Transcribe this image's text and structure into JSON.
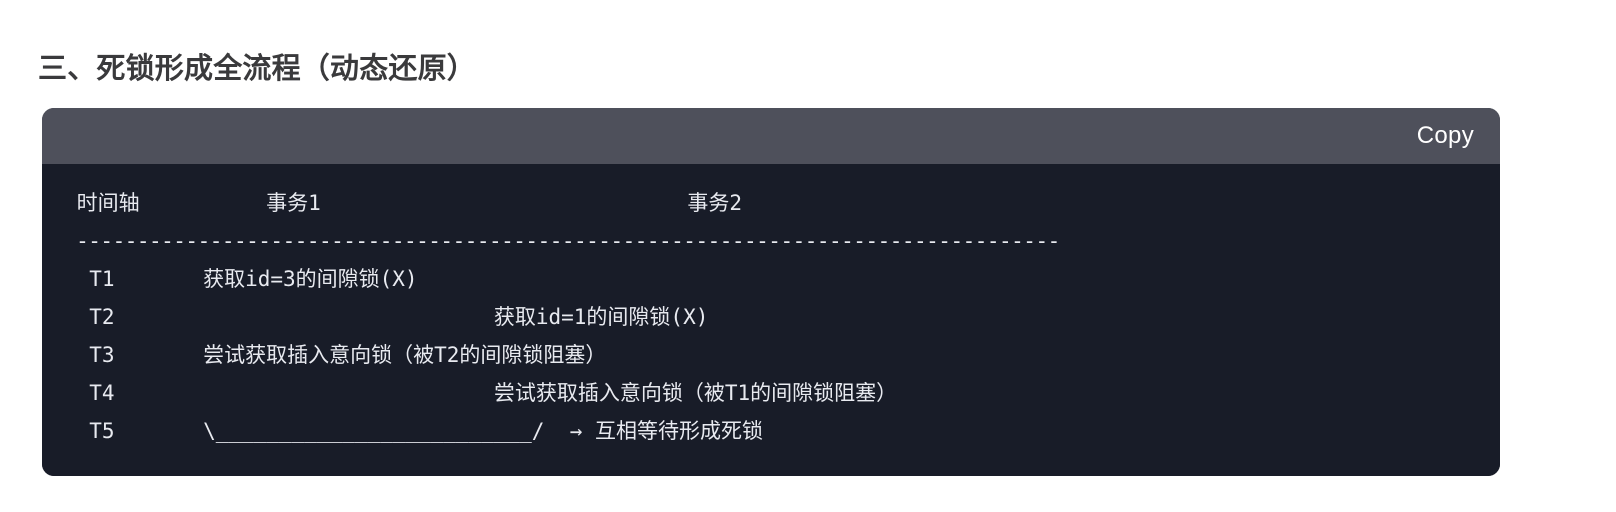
{
  "page": {
    "background_color": "#ffffff"
  },
  "heading": {
    "text": "三、死锁形成全流程（动态还原）",
    "color": "#3a3a3c"
  },
  "code_block": {
    "header": {
      "copy_label": "Copy",
      "background_color": "#4e505b"
    },
    "body": {
      "background_color": "#181c28",
      "text_color": "#e8eaf0"
    },
    "language": "text",
    "columns": [
      "时间轴",
      "事务1",
      "事务2"
    ],
    "header_line": "时间轴          事务1                             事务2",
    "separator_line": "---------------------------------------------------------------------------------",
    "rows": [
      {
        "time": "T1",
        "tx1": "获取id=3的间隙锁(X)",
        "tx2": ""
      },
      {
        "time": "T2",
        "tx1": "",
        "tx2": "获取id=1的间隙锁(X)"
      },
      {
        "time": "T3",
        "tx1": "尝试获取插入意向锁（被T2的间隙锁阻塞）",
        "tx2": ""
      },
      {
        "time": "T4",
        "tx1": "",
        "tx2": "尝试获取插入意向锁（被T1的间隙锁阻塞）"
      },
      {
        "time": "T5",
        "tx1": "\\_________________________/",
        "tx2": "→ 互相等待形成死锁"
      }
    ],
    "raw_lines": [
      " 时间轴          事务1                             事务2",
      " ---------------------------------------------------------------------------------",
      "  T1       获取id=3的间隙锁(X)",
      "  T2                              获取id=1的间隙锁(X)",
      "  T3       尝试获取插入意向锁（被T2的间隙锁阻塞）",
      "  T4                              尝试获取插入意向锁（被T1的间隙锁阻塞）",
      "  T5       \\_________________________/  → 互相等待形成死锁"
    ]
  }
}
